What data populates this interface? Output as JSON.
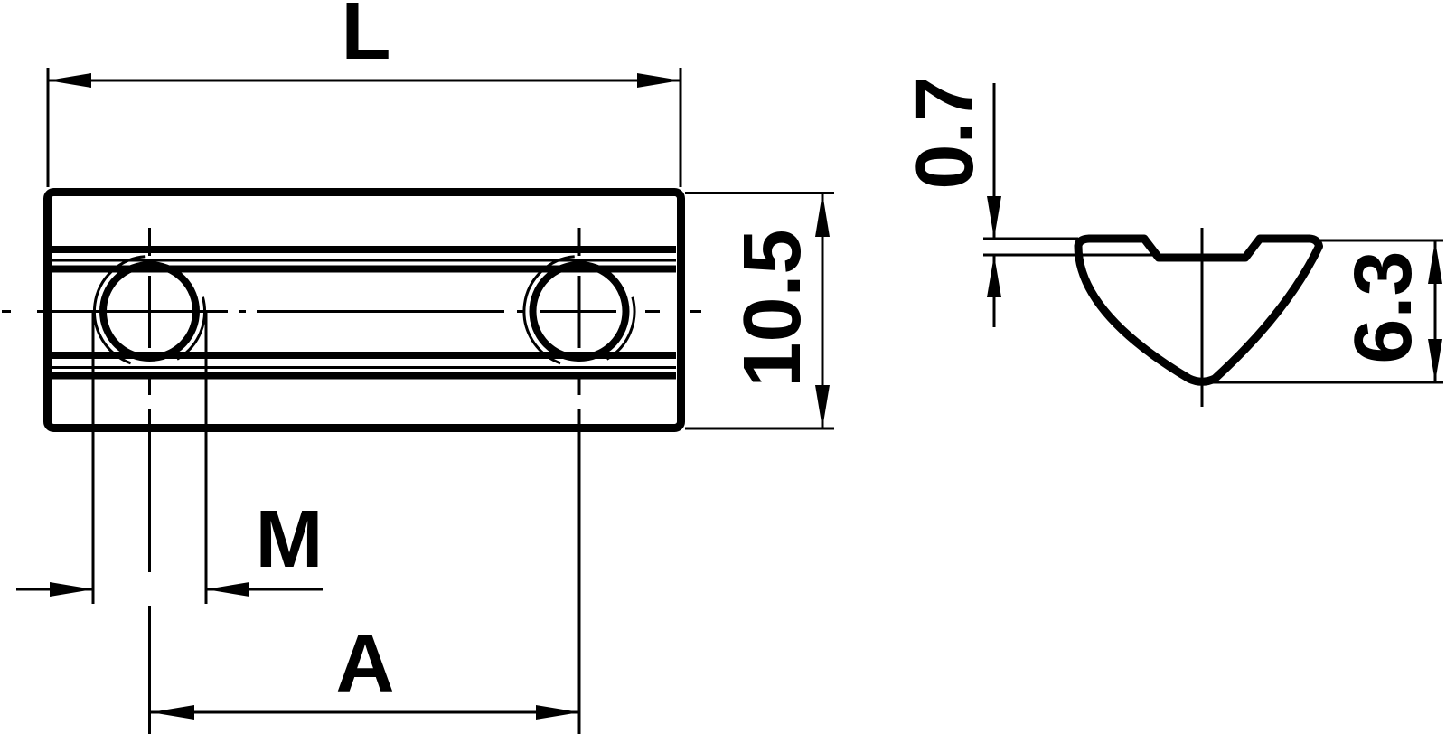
{
  "drawing": {
    "background_color": "#ffffff",
    "line_color": "#000000",
    "dimensions": {
      "length": {
        "label": "L"
      },
      "body_width": {
        "label": "10.5"
      },
      "thread": {
        "label": "M"
      },
      "hole_spacing": {
        "label": "A"
      },
      "step_depth": {
        "label": "0.7"
      },
      "profile_height": {
        "label": "6.3"
      }
    }
  }
}
